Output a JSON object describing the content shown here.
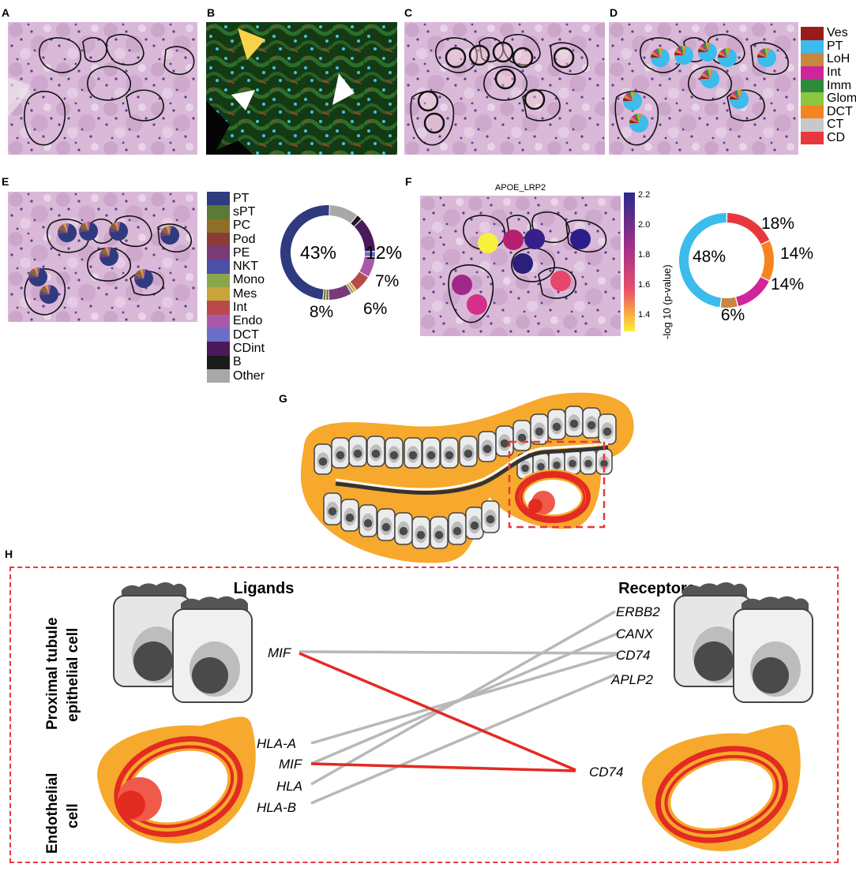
{
  "panels": {
    "A": "A",
    "B": "B",
    "C": "C",
    "D": "D",
    "E": "E",
    "F": "F",
    "G": "G",
    "H": "H"
  },
  "legend_D": [
    {
      "label": "Ves",
      "color": "#9b1b1b"
    },
    {
      "label": "PT",
      "color": "#3bbcec"
    },
    {
      "label": "LoH",
      "color": "#c8873f"
    },
    {
      "label": "Int",
      "color": "#d0259a"
    },
    {
      "label": "Imm",
      "color": "#2e8b3a"
    },
    {
      "label": "Glom",
      "color": "#8dc63f"
    },
    {
      "label": "DCT",
      "color": "#f5841f"
    },
    {
      "label": "CT",
      "color": "#c8c8c8"
    },
    {
      "label": "CD",
      "color": "#e8383d"
    }
  ],
  "legend_E": [
    {
      "label": "PT",
      "color": "#2f3b7e"
    },
    {
      "label": "sPT",
      "color": "#5a7a36"
    },
    {
      "label": "PC",
      "color": "#8e6f2a"
    },
    {
      "label": "Pod",
      "color": "#8b3a3a"
    },
    {
      "label": "PE",
      "color": "#7a3a78"
    },
    {
      "label": "NKT",
      "color": "#4a4fa8"
    },
    {
      "label": "Mono",
      "color": "#8aa64a"
    },
    {
      "label": "Mes",
      "color": "#c8a43a"
    },
    {
      "label": "Int",
      "color": "#b84a4a"
    },
    {
      "label": "Endo",
      "color": "#a85aa8"
    },
    {
      "label": "DCT",
      "color": "#6a6ec8"
    },
    {
      "label": "CDint",
      "color": "#4a1a5a"
    },
    {
      "label": "B",
      "color": "#1a1a1a"
    },
    {
      "label": "Other",
      "color": "#a8a8a8"
    }
  ],
  "donut_E_labels": [
    "43%",
    "12%",
    "7%",
    "6%",
    "8%"
  ],
  "panel_F": {
    "title": "APOE_LRP2",
    "colorbar_label": "-log 10 (p-value)",
    "colorbar_ticks": [
      "2.2",
      "2.0",
      "1.8",
      "1.6",
      "1.4"
    ]
  },
  "donut_F_labels": [
    "48%",
    "18%",
    "14%",
    "14%",
    "6%"
  ],
  "panel_H": {
    "ligands_header": "Ligands",
    "receptors_header": "Receptors",
    "row1_label_line1": "Proximal tubule",
    "row1_label_line2": "epithelial cell",
    "row2_label_line1": "Endothelial",
    "row2_label_line2": "cell",
    "ligands_top": [
      "MIF"
    ],
    "ligands_bottom": [
      "HLA-A",
      "MIF",
      "HLA",
      "HLA-B"
    ],
    "receptors_top": [
      "ERBB2",
      "CANX",
      "CD74",
      "APLP2"
    ],
    "receptors_bottom": [
      "CD74"
    ]
  },
  "colors": {
    "tissue_pink": "#d7b6d6",
    "outline": "#1a1a1a",
    "orange": "#f6a92c",
    "red": "#e32b22",
    "grey_line": "#b8b8b8",
    "dashed": "#e8383d"
  }
}
